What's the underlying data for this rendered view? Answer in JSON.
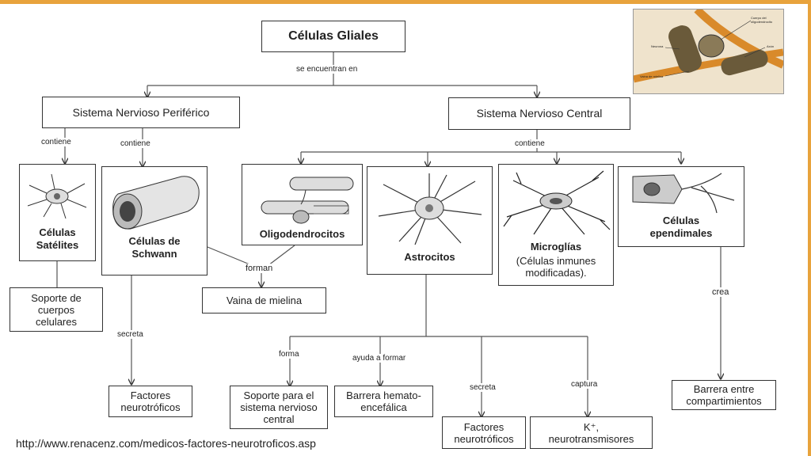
{
  "title": "Células Gliales",
  "edges": {
    "se_encuentran": "se encuentran en",
    "contiene": "contiene",
    "forman": "forman",
    "secreta": "secreta",
    "forma": "forma",
    "ayuda": "ayuda a formar",
    "captura": "captura",
    "crea": "crea"
  },
  "systems": {
    "peripheral": "Sistema Nervioso Periférico",
    "central": "Sistema Nervioso Central"
  },
  "cells": {
    "satelites": [
      "Células",
      "Satélites"
    ],
    "schwann": [
      "Células de",
      "Schwann"
    ],
    "oligo": "Oligodendrocitos",
    "astro": "Astrocitos",
    "micro_name": "Microglías",
    "micro_sub": [
      "(Células inmunes",
      "modificadas)."
    ],
    "epend": [
      "Células",
      "ependimales"
    ]
  },
  "outputs": {
    "soporte_cuerpos": [
      "Soporte de",
      "cuerpos",
      "celulares"
    ],
    "vaina": "Vaina de mielina",
    "factores1": [
      "Factores",
      "neurotróficos"
    ],
    "soporte_snc": [
      "Soporte para el",
      "sistema nervioso",
      "central"
    ],
    "barrera_he": [
      "Barrera hemato-",
      "encefálica"
    ],
    "factores2": [
      "Factores",
      "neurotróficos"
    ],
    "k_neuro": [
      "K⁺,",
      "neurotransmisores"
    ],
    "barrera_comp": [
      "Barrera entre",
      "compartimientos"
    ]
  },
  "photo_labels": [
    "Cuerpo del oligodendrocito",
    "Axón",
    "Neurona",
    "Vaina de mielina"
  ],
  "url": "http://www.renacenz.com/medicos-factores-neurotroficos.asp",
  "colors": {
    "accent": "#e8a33c",
    "line": "#333333"
  }
}
